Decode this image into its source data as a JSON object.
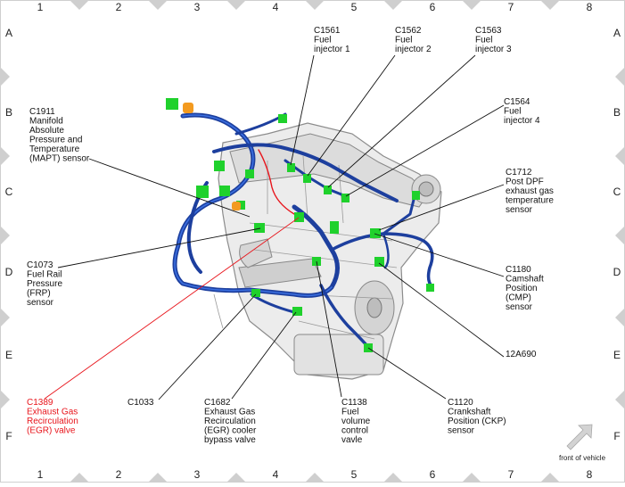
{
  "grid": {
    "columns": [
      "1",
      "2",
      "3",
      "4",
      "5",
      "6",
      "7",
      "8"
    ],
    "rows": [
      "A",
      "B",
      "C",
      "D",
      "E",
      "F"
    ]
  },
  "colors": {
    "harness": "#1d3f9e",
    "harness_highlight": "#3b6fe0",
    "connector": "#1fd12c",
    "connector_orange": "#f39a1f",
    "leader": "#111111",
    "leader_highlight": "#e8141b",
    "engine": "#8c8c8c",
    "frame_marker": "#cfcfcf"
  },
  "callouts": [
    {
      "id": "c1561",
      "lines": [
        "C1561",
        "Fuel",
        "injector 1"
      ]
    },
    {
      "id": "c1562",
      "lines": [
        "C1562",
        "Fuel",
        "injector 2"
      ]
    },
    {
      "id": "c1563",
      "lines": [
        "C1563",
        "Fuel",
        "injector 3"
      ]
    },
    {
      "id": "c1564",
      "lines": [
        "C1564",
        "Fuel",
        "injector 4"
      ]
    },
    {
      "id": "c1911",
      "lines": [
        "C1911",
        "Manifold",
        "Absolute",
        "Pressure and",
        "Temperature",
        "(MAPT) sensor"
      ]
    },
    {
      "id": "c1712",
      "lines": [
        "C1712",
        "Post DPF",
        "exhaust gas",
        "temperature",
        "sensor"
      ]
    },
    {
      "id": "c1073",
      "lines": [
        "C1073",
        "Fuel Rail",
        "Pressure",
        "(FRP)",
        "sensor"
      ]
    },
    {
      "id": "c1180",
      "lines": [
        "C1180",
        "Camshaft",
        "Position",
        "(CMP)",
        "sensor"
      ]
    },
    {
      "id": "12a690",
      "lines": [
        "12A690"
      ]
    },
    {
      "id": "c1389",
      "lines": [
        "C1389",
        "Exhaust Gas",
        "Recirculation",
        "(EGR) valve"
      ],
      "highlight": true
    },
    {
      "id": "c1033",
      "lines": [
        "C1033"
      ]
    },
    {
      "id": "c1682",
      "lines": [
        "C1682",
        "Exhaust Gas",
        "Recirculation",
        "(EGR) cooler",
        "bypass valve"
      ]
    },
    {
      "id": "c1138",
      "lines": [
        "C1138",
        "Fuel",
        "volume",
        "control",
        "vavle"
      ]
    },
    {
      "id": "c1120",
      "lines": [
        "C1120",
        "Crankshaft",
        "Position (CKP)",
        "sensor"
      ]
    }
  ],
  "front_indicator": {
    "label": "front of vehicle",
    "icon": "arrow-icon"
  }
}
